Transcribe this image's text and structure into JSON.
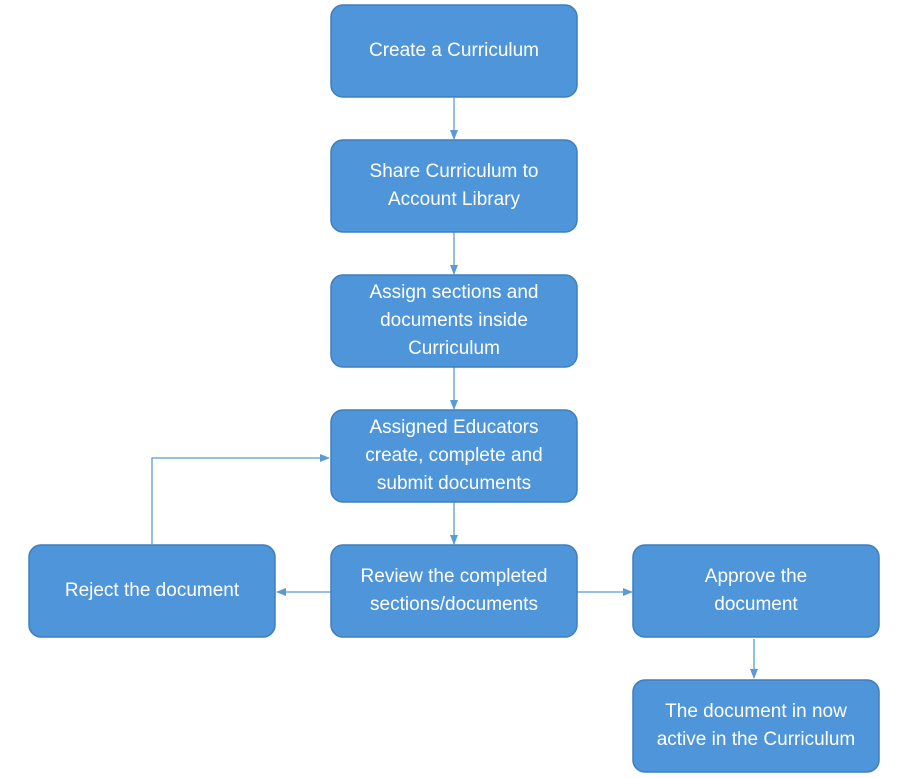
{
  "diagram": {
    "nodes": [
      {
        "id": "create",
        "label": "Create a Curriculum"
      },
      {
        "id": "share",
        "label": "Share Curriculum to Account Library"
      },
      {
        "id": "assign",
        "label": "Assign sections and documents inside Curriculum"
      },
      {
        "id": "educators",
        "label": "Assigned Educators create, complete and submit documents"
      },
      {
        "id": "reject",
        "label": "Reject the document"
      },
      {
        "id": "review",
        "label": "Review the completed sections/documents"
      },
      {
        "id": "approve",
        "label": "Approve the document"
      },
      {
        "id": "active",
        "label": "The document in now active in the Curriculum"
      }
    ],
    "edges": [
      {
        "from": "create",
        "to": "share"
      },
      {
        "from": "share",
        "to": "assign"
      },
      {
        "from": "assign",
        "to": "educators"
      },
      {
        "from": "educators",
        "to": "review"
      },
      {
        "from": "review",
        "to": "reject"
      },
      {
        "from": "review",
        "to": "approve"
      },
      {
        "from": "approve",
        "to": "active"
      },
      {
        "from": "reject",
        "to": "educators"
      }
    ],
    "colors": {
      "node_fill": "#4f95da",
      "node_border": "#3f7fbf",
      "connector": "#5b9bd5",
      "text": "#ffffff"
    }
  }
}
